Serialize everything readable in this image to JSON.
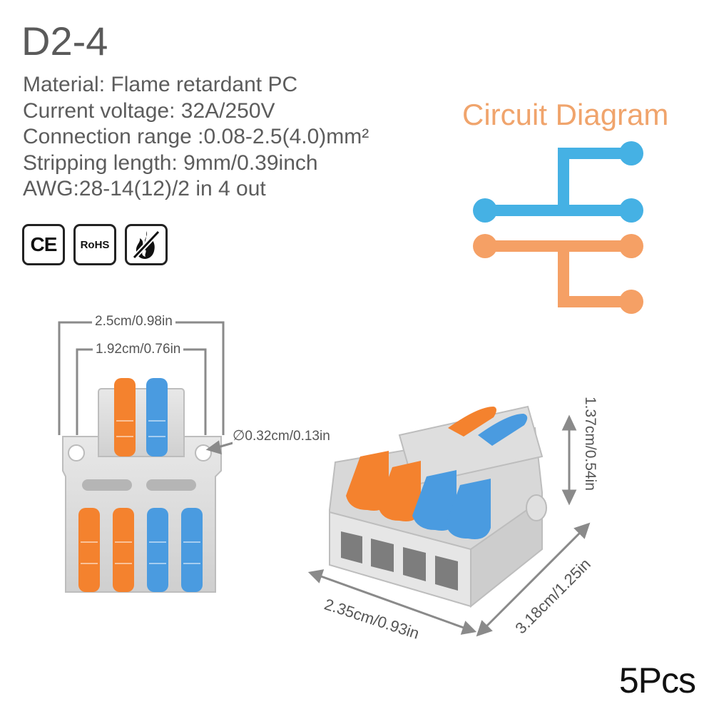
{
  "product": {
    "model": "D2-4",
    "specs": [
      "Material: Flame retardant PC",
      "Current voltage: 32A/250V",
      "Connection range :0.08-2.5(4.0)mm²",
      "Stripping length: 9mm/0.39inch",
      "AWG:28-14(12)/2 in 4 out"
    ],
    "badges": {
      "ce": "CE",
      "rohs": "RoHS",
      "flame_icon": "flame-retardant-icon"
    },
    "quantity": "5Pcs"
  },
  "circuit": {
    "title": "Circuit Diagram",
    "colors": {
      "blue": "#45b1e4",
      "orange": "#f5a065"
    }
  },
  "dimensions": {
    "outer_width": "2.5cm/0.98in",
    "inner_width": "1.92cm/0.76in",
    "hole_diameter": "0.32cm/0.13in",
    "height": "1.37cm/0.54in",
    "length": "2.35cm/0.93in",
    "depth": "3.18cm/1.25in"
  },
  "colors": {
    "lever_orange": "#f4822e",
    "lever_blue": "#4a9be0",
    "body_gray": "#dcdcdc"
  }
}
